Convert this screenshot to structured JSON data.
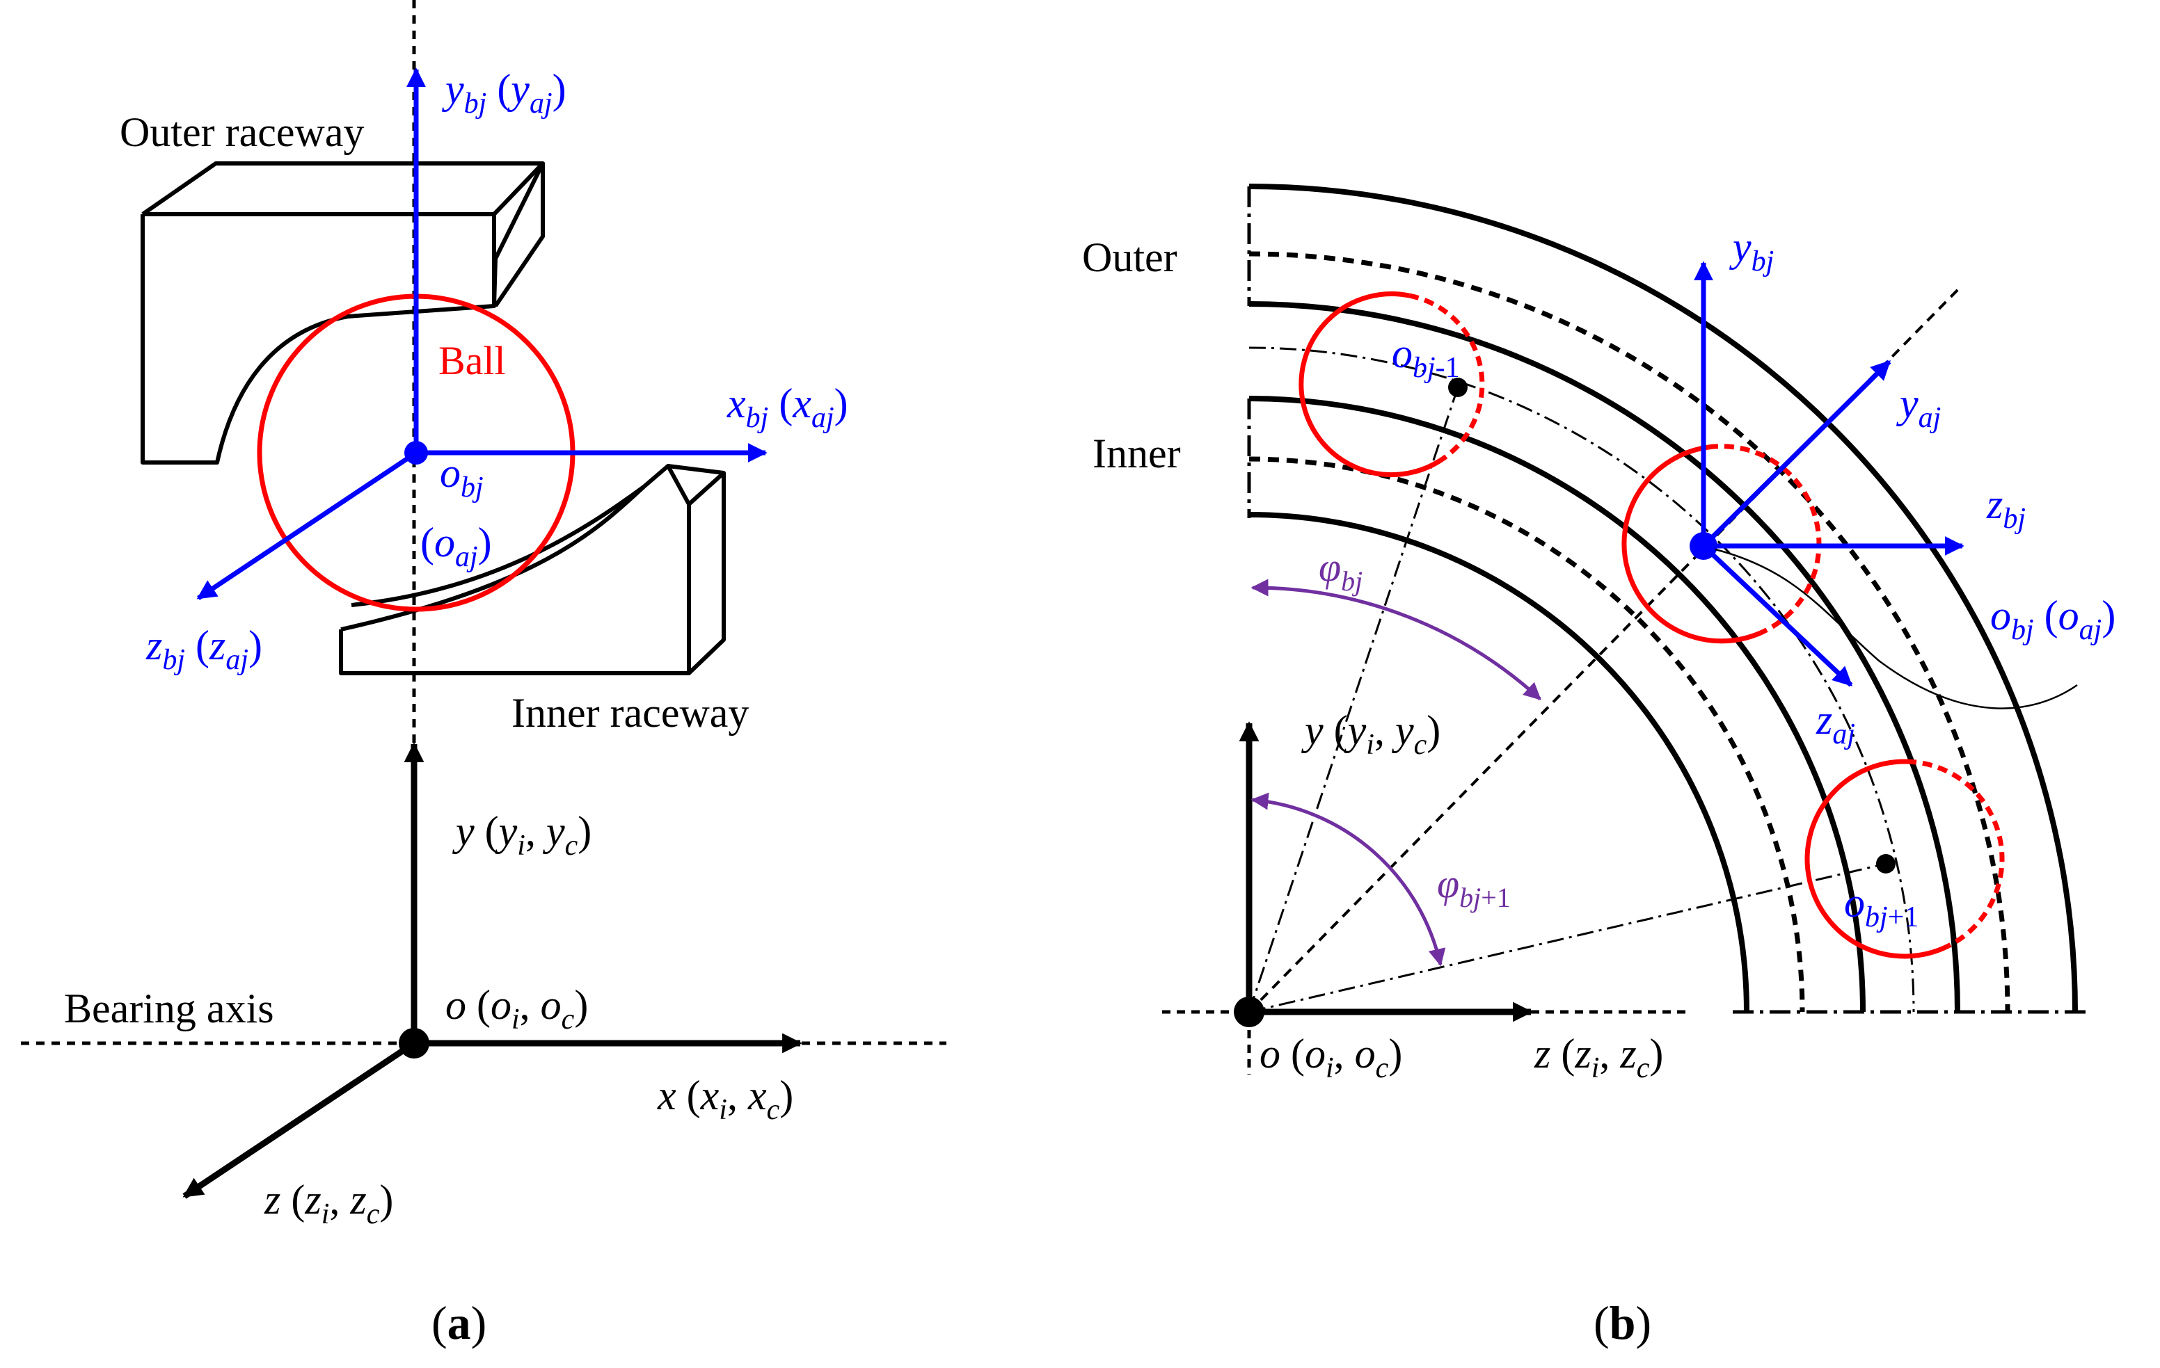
{
  "panel_a": {
    "caption_open": "(",
    "caption_letter": "a",
    "caption_close": ")",
    "labels": {
      "outer_raceway": "Outer raceway",
      "inner_raceway": "Inner raceway",
      "ball": "Ball",
      "bearing_axis": "Bearing axis",
      "ybj_main": "y",
      "ybj_sub": "bj",
      "ybj_paren_main": "y",
      "ybj_paren_sub": "aj",
      "xbj_main": "x",
      "xbj_sub": "bj",
      "xbj_paren_main": "x",
      "xbj_paren_sub": "aj",
      "zbj_main": "z",
      "zbj_sub": "bj",
      "zbj_paren_main": "z",
      "zbj_paren_sub": "aj",
      "obj_main": "o",
      "obj_sub": "bj",
      "oaj_main": "o",
      "oaj_sub": "aj",
      "y_main": "y",
      "y_i": "y",
      "y_c": "y",
      "x_main": "x",
      "x_i": "x",
      "x_c": "x",
      "z_main": "z",
      "z_i": "z",
      "z_c": "z",
      "o_main": "o",
      "o_i": "o",
      "o_c": "o",
      "sub_i": "i",
      "sub_c": "c"
    }
  },
  "panel_b": {
    "caption_open": "(",
    "caption_letter": "b",
    "caption_close": ")",
    "labels": {
      "outer": "Outer",
      "inner": "Inner",
      "ybj_main": "y",
      "ybj_sub": "bj",
      "yaj_main": "y",
      "yaj_sub": "aj",
      "zbj_main": "z",
      "zbj_sub": "bj",
      "zaj_main": "z",
      "zaj_sub": "aj",
      "obj_main": "o",
      "obj_sub": "bj",
      "oaj_main": "o",
      "oaj_sub": "aj",
      "obj_minus_main": "o",
      "obj_minus_sub": "bj",
      "obj_minus_suffix": "-1",
      "obj_plus_main": "o",
      "obj_plus_sub": "bj",
      "obj_plus_suffix": "+1",
      "phi_bj_main": "φ",
      "phi_bj_sub": "bj",
      "phi_bj1_main": "φ",
      "phi_bj1_sub": "bj",
      "phi_bj1_suffix": "+1",
      "y_main": "y",
      "y_i": "y",
      "y_c": "y",
      "z_main": "z",
      "z_i": "z",
      "z_c": "z",
      "o_main": "o",
      "o_i": "o",
      "o_c": "o",
      "sub_i": "i",
      "sub_c": "c"
    }
  },
  "colors": {
    "axis_blue": "#0000ff",
    "ball_red": "#ff0000",
    "angle_purple": "#7030a0",
    "ink": "#000000"
  }
}
